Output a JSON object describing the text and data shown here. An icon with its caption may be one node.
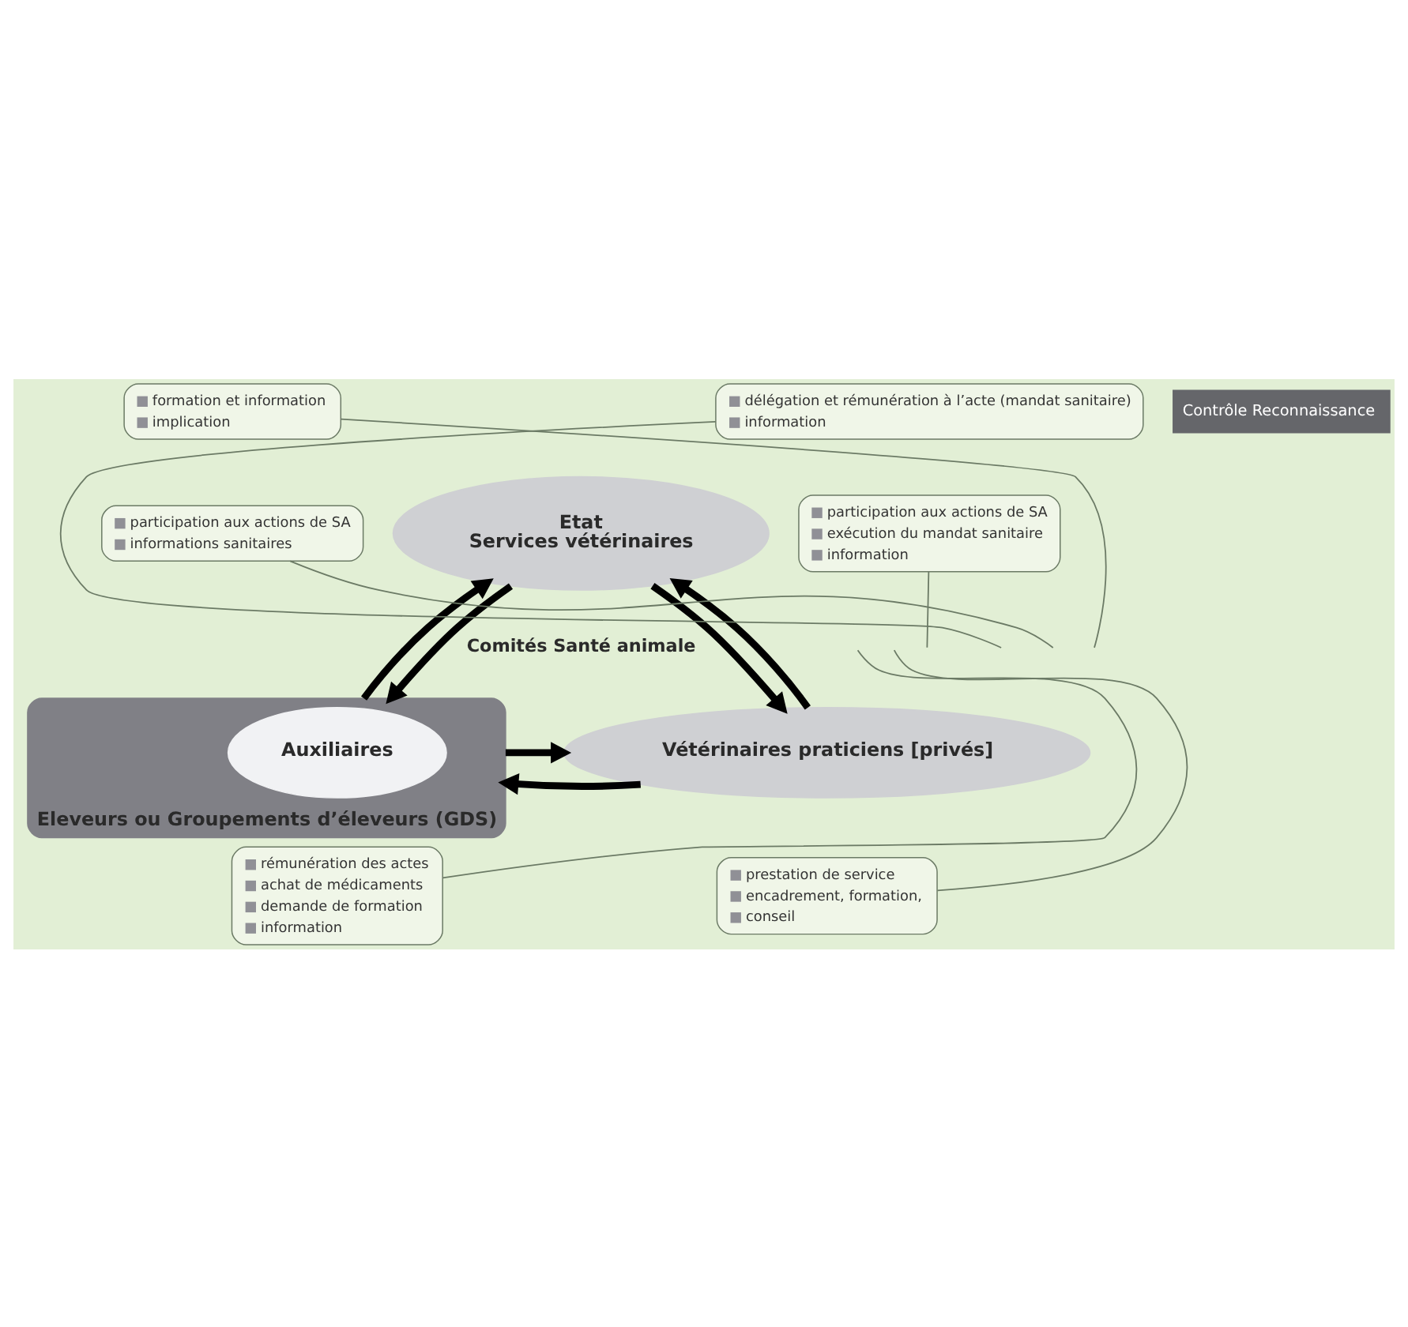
{
  "diagram": {
    "nodes": [
      {
        "text": [
          "Etat",
          "Services vétérinaires"
        ]
      },
      {
        "text": [
          "Eleveurs ou Groupements d’éleveurs (GDS)"
        ]
      },
      {
        "text": [
          "Auxiliaires"
        ],
        "in": 1
      },
      {
        "text": [
          "Vétérinaires praticiens [privés]"
        ]
      },
      {
        "text": [
          "formation et information",
          "implication"
        ]
      },
      {
        "text": [
          "délégation et rémunération à l’acte (mandat sanitaire)",
          "information"
        ]
      },
      {
        "text": [
          "participation aux actions de SA",
          "informations sanitaires"
        ]
      },
      {
        "text": [
          "participation aux actions de SA",
          "exécution du mandat sanitaire",
          "information"
        ]
      },
      {
        "text": [
          "rémunération des actes",
          "achat de médicaments",
          "demande de formation",
          "information"
        ]
      },
      {
        "text": [
          "prestation de service",
          "encadrement, formation,",
          "conseil"
        ]
      }
    ],
    "edges": [
      {
        "from": 1,
        "to": 0,
        "arrow": "to",
        "style": "thick",
        "color": "#000000"
      },
      {
        "from": 0,
        "to": 1,
        "arrow": "to",
        "style": "thick",
        "color": "#000000"
      },
      {
        "from": 0,
        "to": 3,
        "arrow": "to",
        "style": "thick",
        "color": "#000000"
      },
      {
        "from": 3,
        "to": 0,
        "arrow": "to",
        "style": "thick",
        "color": "#000000"
      },
      {
        "from": 3,
        "to": 1,
        "arrow": "to",
        "style": "thick",
        "color": "#000000"
      },
      {
        "from": 1,
        "to": 3,
        "arrow": "to",
        "style": "thick",
        "color": "#000000"
      },
      {
        "from": 4,
        "to": null,
        "arrow": "none",
        "color": "#6b7a65"
      },
      {
        "from": 5,
        "to": null,
        "arrow": "none",
        "color": "#6b7a65"
      },
      {
        "from": 6,
        "to": null,
        "arrow": "none",
        "color": "#6b7a65"
      },
      {
        "from": 7,
        "to": null,
        "arrow": "none",
        "color": "#6b7a65"
      },
      {
        "from": 8,
        "to": null,
        "arrow": "none",
        "color": "#6b7a65"
      },
      {
        "from": 9,
        "to": null,
        "arrow": "none",
        "color": "#6b7a65"
      }
    ],
    "labels": [
      "Contrôle Reconnaissance",
      "Comités Santé animale"
    ]
  }
}
